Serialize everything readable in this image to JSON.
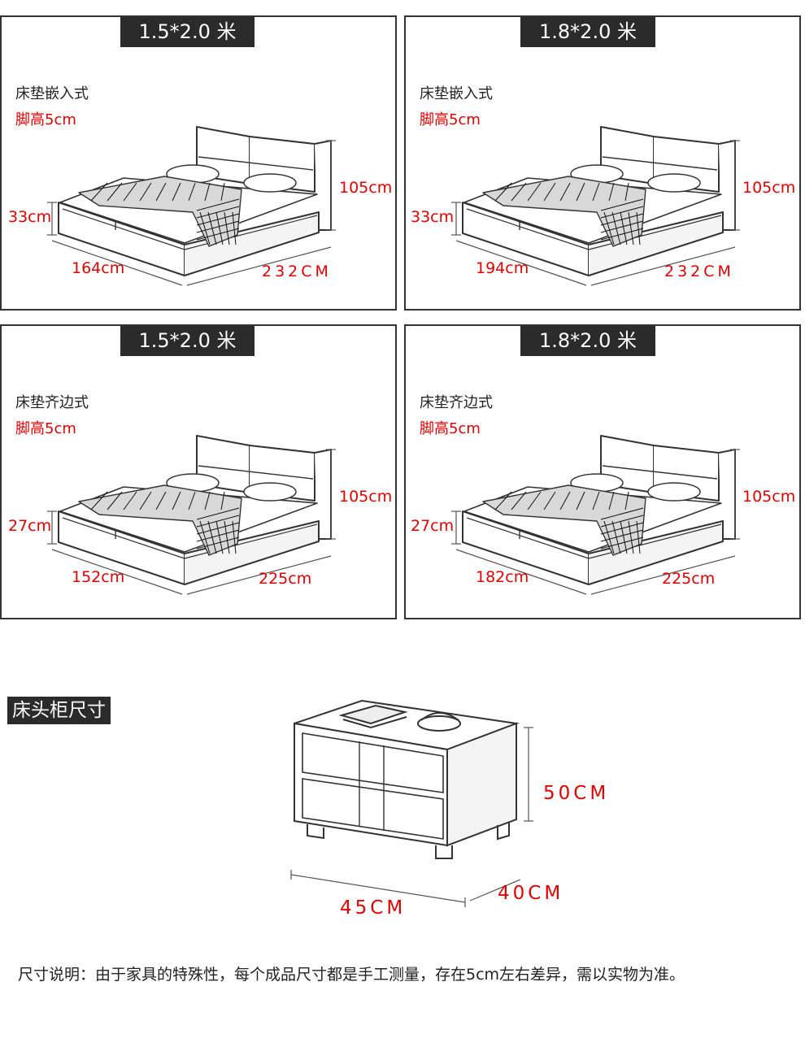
{
  "panels": [
    {
      "size": "1.5*2.0 米",
      "type": "床垫嵌入式",
      "leg": "脚高5cm",
      "height": "105cm",
      "side": "33cm",
      "width": "164cm",
      "length": "232CM"
    },
    {
      "size": "1.8*2.0 米",
      "type": "床垫嵌入式",
      "leg": "脚高5cm",
      "height": "105cm",
      "side": "33cm",
      "width": "194cm",
      "length": "232CM"
    },
    {
      "size": "1.5*2.0 米",
      "type": "床垫齐边式",
      "leg": "脚高5cm",
      "height": "105cm",
      "side": "27cm",
      "width": "152cm",
      "length": "225cm"
    },
    {
      "size": "1.8*2.0 米",
      "type": "床垫齐边式",
      "leg": "脚高5cm",
      "height": "105cm",
      "side": "27cm",
      "width": "182cm",
      "length": "225cm"
    }
  ],
  "nightstand": {
    "title": "床头柜尺寸",
    "height": "50CM",
    "depth": "40CM",
    "width": "45CM"
  },
  "note": "尺寸说明：由于家具的特殊性，每个成品尺寸都是手工测量，存在5cm左右差异，需以实物为准。",
  "colors": {
    "accent": "#e00000",
    "tab_bg": "#2b2b2b",
    "border": "#333333"
  }
}
